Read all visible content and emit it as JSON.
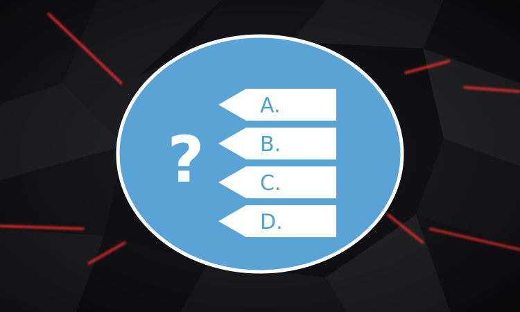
{
  "background": {
    "base_color": "#0b0b0d",
    "facet_colors": [
      "#0f0f12",
      "#18181b",
      "#222226",
      "#2c2c30",
      "#111114"
    ],
    "glow_color": "#ff2a2a"
  },
  "badge": {
    "circle_fill": "#59a3d6",
    "circle_stroke": "#ffffff",
    "symbol": "?",
    "options": [
      {
        "label": "A."
      },
      {
        "label": "B."
      },
      {
        "label": "C."
      },
      {
        "label": "D."
      }
    ]
  }
}
